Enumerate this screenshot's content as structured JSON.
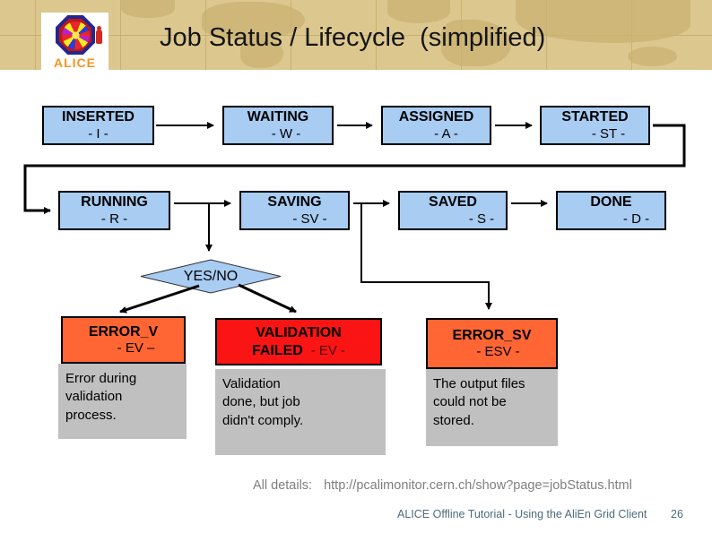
{
  "header": {
    "title": "Job Status / Lifecycle  (simplified)",
    "logo_text": "ALICE"
  },
  "states": [
    {
      "name": "INSERTED",
      "code": "- I -"
    },
    {
      "name": "WAITING",
      "code": "- W -"
    },
    {
      "name": "ASSIGNED",
      "code": "- A -"
    },
    {
      "name": "STARTED",
      "code": "- ST -"
    },
    {
      "name": "RUNNING",
      "code": "- R -"
    },
    {
      "name": "SAVING",
      "code": "- SV -"
    },
    {
      "name": "SAVED",
      "code": "- S -"
    },
    {
      "name": "DONE",
      "code": "- D -"
    }
  ],
  "decision": {
    "label": "YES/NO"
  },
  "errors": [
    {
      "name": "ERROR_V",
      "code": "- EV –",
      "desc": "Error during\nvalidation\nprocess."
    },
    {
      "name_line1": "VALIDATION",
      "name_line2": "FAILED",
      "code": "- EV -",
      "desc": "Validation\ndone, but job\ndidn't comply."
    },
    {
      "name": "ERROR_SV",
      "code": "- ESV -",
      "desc": "The output files\ncould not be\nstored."
    }
  ],
  "footer": {
    "details_label": "All details:",
    "details_url": "http://pcalimonitor.cern.ch/show?page=jobStatus.html",
    "credit": "ALICE Offline Tutorial - Using the AliEn Grid Client",
    "page": "26"
  },
  "colors": {
    "header_tan": "#dcc88e",
    "state_blue": "#a8ccf2",
    "error_orange": "#ff6633",
    "error_red": "#fb1414",
    "desc_gray": "#c0c0c0",
    "footer_slate": "#4d6b7d"
  }
}
